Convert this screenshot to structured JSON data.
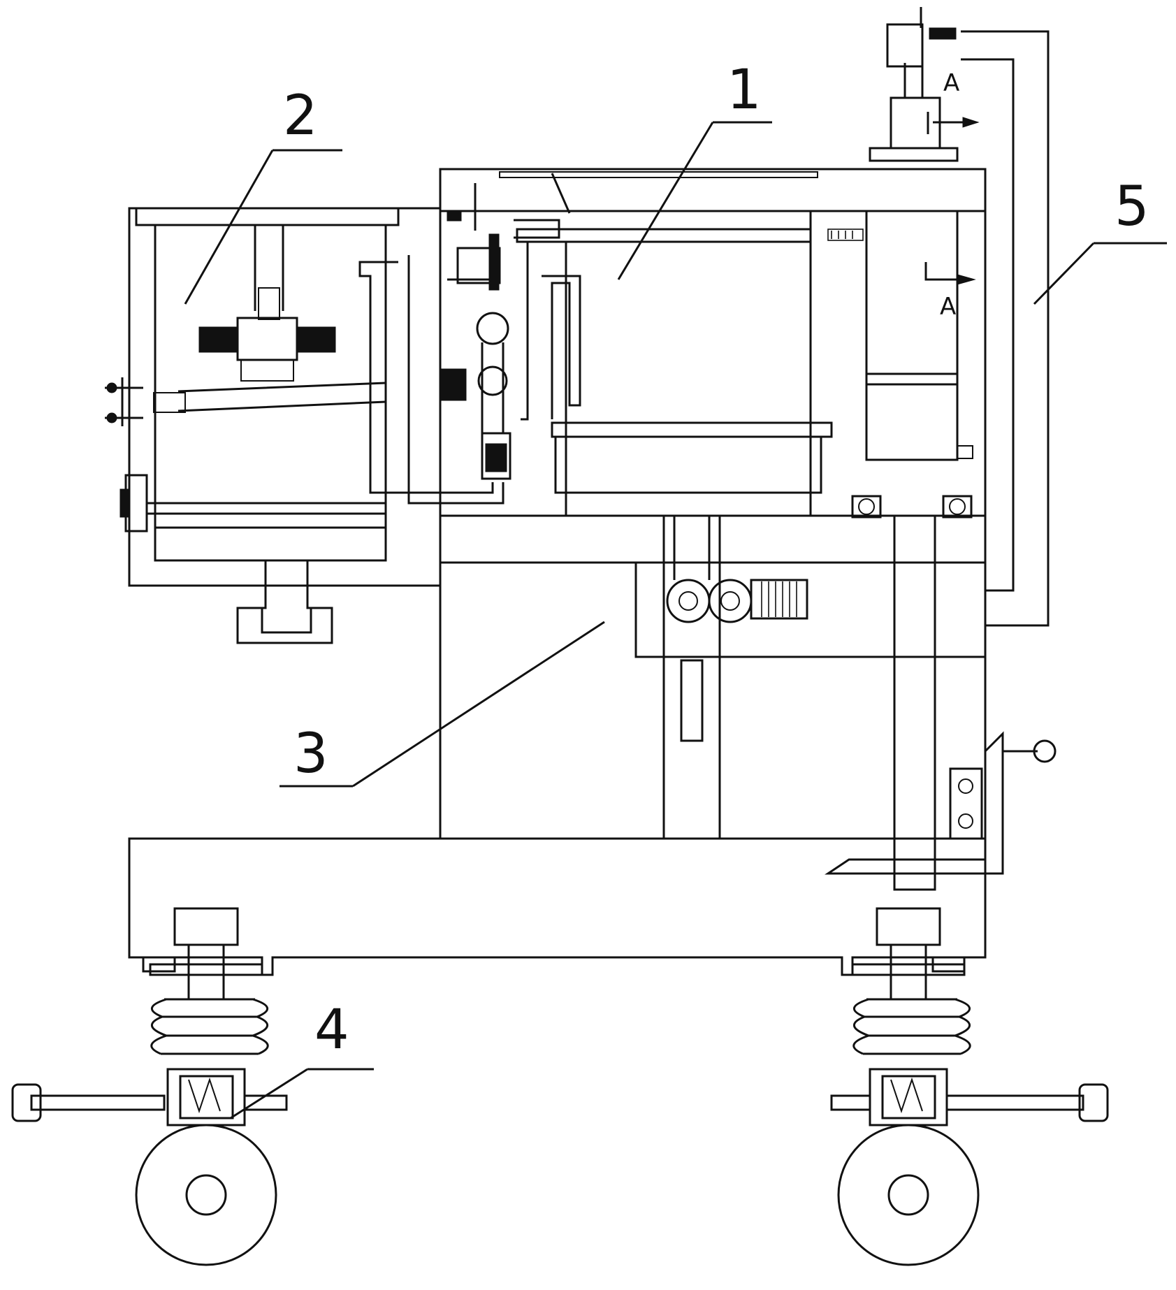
{
  "callouts": [
    {
      "id": "1",
      "label": "1"
    },
    {
      "id": "2",
      "label": "2"
    },
    {
      "id": "3",
      "label": "3"
    },
    {
      "id": "4",
      "label": "4"
    },
    {
      "id": "5",
      "label": "5"
    }
  ],
  "section_marks": {
    "top": "A",
    "side": "A"
  }
}
